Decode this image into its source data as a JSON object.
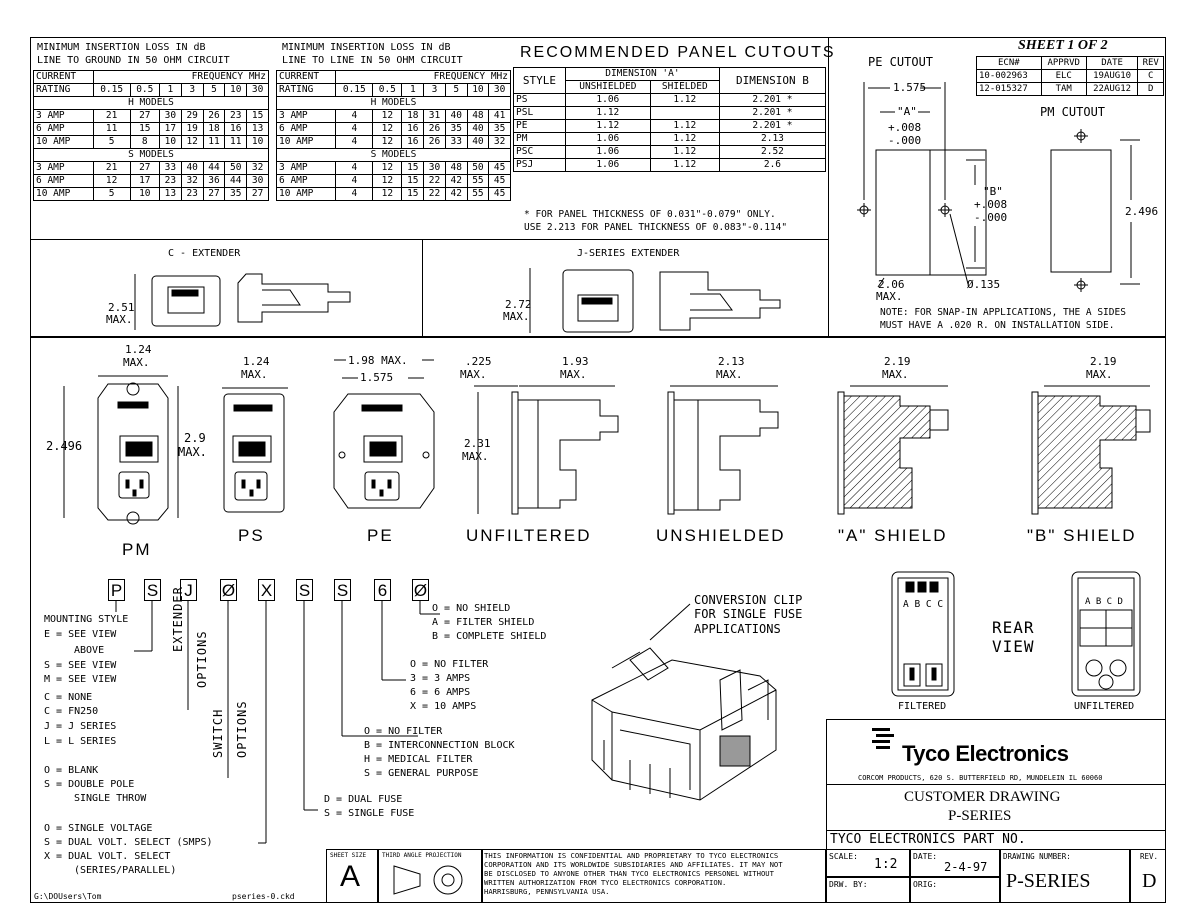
{
  "loss_tables": {
    "left_title": [
      "MINIMUM INSERTION LOSS IN dB",
      "LINE TO GROUND IN 50 OHM CIRCUIT"
    ],
    "right_title": [
      "MINIMUM INSERTION LOSS IN dB",
      "LINE TO LINE IN 50 OHM CIRCUIT"
    ],
    "current_label": "CURRENT",
    "rating_label": "RATING",
    "freq_label": "FREQUENCY MHz",
    "left_freqs": [
      "0.15",
      "0.5",
      "1",
      "3",
      "5",
      "10",
      "30"
    ],
    "right_freqs": [
      "0.15",
      "0.5",
      "1",
      "3",
      "5",
      "10",
      "30"
    ],
    "h_models": "H MODELS",
    "s_models": "S MODELS",
    "left_h_rows": [
      [
        "3 AMP",
        "21",
        "27",
        "30",
        "29",
        "26",
        "23",
        "15"
      ],
      [
        "6 AMP",
        "11",
        "15",
        "17",
        "19",
        "18",
        "16",
        "13"
      ],
      [
        "10 AMP",
        "5",
        "8",
        "10",
        "12",
        "11",
        "11",
        "10"
      ]
    ],
    "left_s_rows": [
      [
        "3 AMP",
        "21",
        "27",
        "33",
        "40",
        "44",
        "50",
        "32"
      ],
      [
        "6 AMP",
        "12",
        "17",
        "23",
        "32",
        "36",
        "44",
        "30"
      ],
      [
        "10 AMP",
        "5",
        "10",
        "13",
        "23",
        "27",
        "35",
        "27"
      ]
    ],
    "right_h_rows": [
      [
        "3 AMP",
        "4",
        "12",
        "18",
        "31",
        "40",
        "48",
        "41"
      ],
      [
        "6 AMP",
        "4",
        "12",
        "16",
        "26",
        "35",
        "40",
        "35"
      ],
      [
        "10 AMP",
        "4",
        "12",
        "16",
        "26",
        "33",
        "40",
        "32"
      ]
    ],
    "right_s_rows": [
      [
        "3 AMP",
        "4",
        "12",
        "15",
        "30",
        "48",
        "50",
        "45"
      ],
      [
        "6 AMP",
        "4",
        "12",
        "15",
        "22",
        "42",
        "55",
        "45"
      ],
      [
        "10 AMP",
        "4",
        "12",
        "15",
        "22",
        "42",
        "55",
        "45"
      ]
    ]
  },
  "cutouts": {
    "title": "RECOMMENDED PANEL CUTOUTS",
    "style_col": "STYLE",
    "dim_a": "DIMENSION 'A'",
    "unshielded": "UNSHIELDED",
    "shielded": "SHIELDED",
    "dim_b": "DIMENSION B",
    "rows": [
      [
        "PS",
        "1.06",
        "1.12",
        "2.201 *"
      ],
      [
        "PSL",
        "1.12",
        "",
        "2.201 *"
      ],
      [
        "PE",
        "1.12",
        "1.12",
        "2.201 *"
      ],
      [
        "PM",
        "1.06",
        "1.12",
        "2.13"
      ],
      [
        "PSC",
        "1.06",
        "1.12",
        "2.52"
      ],
      [
        "PSJ",
        "1.06",
        "1.12",
        "2.6"
      ]
    ],
    "note1": "* FOR PANEL THICKNESS OF 0.031\"-0.079\" ONLY.",
    "note2": "USE 2.213 FOR PANEL THICKNESS OF 0.083\"-0.114\""
  },
  "revision": {
    "sheet": "SHEET 1 OF 2",
    "headers": [
      "ECN#",
      "APPRVD",
      "DATE",
      "REV"
    ],
    "rows": [
      [
        "10-002963",
        "ELC",
        "19AUG10",
        "C"
      ],
      [
        "12-015327",
        "TAM",
        "22AUG12",
        "D"
      ]
    ]
  },
  "pe_cutout": {
    "title": "PE CUTOUT",
    "dim_width": "1.575",
    "dim_a": "\"A\"",
    "tol_a1": "+.008",
    "tol_a2": "-.000",
    "dim_b": "\"B\"",
    "tol_b1": "+.008",
    "tol_b2": "-.000",
    "hole": "Ø.135",
    "max_val": "2.06",
    "max_label": "MAX."
  },
  "pm_cutout": {
    "title": "PM CUTOUT",
    "height": "2.496"
  },
  "snap_note": [
    "NOTE: FOR SNAP-IN APPLICATIONS, THE A SIDES",
    "MUST HAVE A .020 R. ON INSTALLATION SIDE."
  ],
  "extenders": {
    "c_title": "C - EXTENDER",
    "c_dim": "2.51",
    "j_title": "J-SERIES EXTENDER",
    "j_dim": "2.72",
    "max": "MAX."
  },
  "views": {
    "pm_label": "PM",
    "ps_label": "PS",
    "pe_label": "PE",
    "unfiltered_label": "UNFILTERED",
    "unshielded_label": "UNSHIELDED",
    "a_shield_label": "\"A\" SHIELD",
    "b_shield_label": "\"B\" SHIELD",
    "pm_w": "1.24",
    "pm_h": "2.496",
    "pm_h2": "2.9",
    "ps_w": "1.24",
    "pe_w1": "1.98 MAX.",
    "pe_w2": "1.575",
    "unf_w1": ".225",
    "unf_w2": "1.93",
    "unf_h": "2.31",
    "uns_w": "2.13",
    "ash_w": "2.19",
    "bsh_w": "2.19",
    "max": "MAX."
  },
  "part_number": {
    "chars": [
      "P",
      "S",
      "J",
      "Ø",
      "X",
      "S",
      "S",
      "6",
      "Ø"
    ],
    "mounting": [
      "MOUNTING STYLE",
      "E = SEE VIEW",
      "ABOVE",
      "S = SEE VIEW",
      "M = SEE VIEW"
    ],
    "extender_label": "EXTENDER",
    "options_label": "OPTIONS",
    "extender": [
      "C = NONE",
      "C = FN250",
      "J = J SERIES",
      "L = L SERIES"
    ],
    "switch_label": "SWITCH",
    "switch": [
      "O = BLANK",
      "S = DOUBLE POLE",
      "SINGLE THROW"
    ],
    "voltage": [
      "O = SINGLE VOLTAGE",
      "S = DUAL VOLT. SELECT (SMPS)",
      "X = DUAL VOLT. SELECT",
      "(SERIES/PARALLEL)"
    ],
    "fuse": [
      "D = DUAL FUSE",
      "S = SINGLE FUSE"
    ],
    "filter": [
      "O = NO FILTER",
      "B = INTERCONNECTION BLOCK",
      "H = MEDICAL FILTER",
      "S = GENERAL PURPOSE"
    ],
    "amps": [
      "O = NO FILTER",
      "3 = 3 AMPS",
      "6 = 6 AMPS",
      "X = 10 AMPS"
    ],
    "shield": [
      "O = NO SHIELD",
      "A = FILTER SHIELD",
      "B = COMPLETE SHIELD"
    ]
  },
  "conversion": [
    "CONVERSION CLIP",
    "FOR SINGLE FUSE",
    "APPLICATIONS"
  ],
  "rear_view": {
    "title": [
      "REAR",
      "VIEW"
    ],
    "filtered": "FILTERED",
    "unfiltered": "UNFILTERED",
    "letters": "A B C C",
    "letters2": "A B C D"
  },
  "title_block": {
    "company": "Tyco Electronics",
    "address": "CORCOM PRODUCTS, 620 S. BUTTERFIELD RD, MUNDELEIN IL 60060",
    "drawing_type": "CUSTOMER DRAWING",
    "series": "P-SERIES",
    "part_no_label": "TYCO ELECTRONICS PART NO.",
    "sheet_size_label": "SHEET SIZE",
    "sheet_size": "A",
    "projection_label": "THIRD ANGLE PROJECTION",
    "confidential": [
      "THIS INFORMATION IS CONFIDENTIAL AND PROPRIETARY TO TYCO ELECTRONICS",
      "CORPORATION AND ITS WORLDWIDE SUBSIDIARIES AND AFFILIATES. IT MAY NOT",
      "BE DISCLOSED TO ANYONE OTHER THAN TYCO ELECTRONICS PERSONEL WITHOUT",
      "WRITTEN AUTHORIZATION FROM TYCO ELECTRONICS CORPORATION.",
      "HARRISBURG, PENNSYLVANIA USA."
    ],
    "scale_label": "SCALE:",
    "scale": "1:2",
    "date_label": "DATE:",
    "date": "2-4-97",
    "drw_label": "DRW. BY:",
    "orig_label": "ORIG:",
    "drawing_number_label": "DRAWING NUMBER:",
    "drawing_number": "P-SERIES",
    "rev_label": "REV.",
    "rev": "D"
  },
  "footer": {
    "path": "G:\\DOUsers\\Tom",
    "file": "pseries-0.ckd"
  }
}
